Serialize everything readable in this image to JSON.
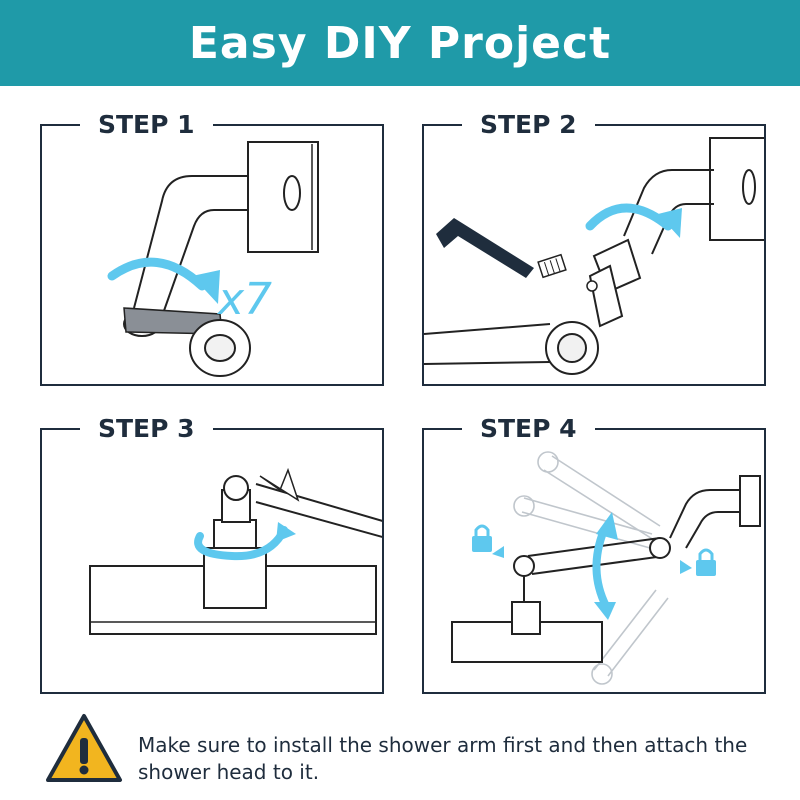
{
  "header": {
    "title": "Easy DIY Project",
    "color": "#1f9aa8"
  },
  "steps": [
    {
      "label": "STEP 1",
      "annotation": "x7"
    },
    {
      "label": "STEP 2"
    },
    {
      "label": "STEP 3"
    },
    {
      "label": "STEP 4"
    }
  ],
  "warning": {
    "icon": "warning-triangle-icon",
    "text": "Make sure to install the shower arm first and then attach the shower head to it."
  },
  "colors": {
    "arrow": "#5ec8ee",
    "line": "#1f2d3d",
    "lock": "#5ec8ee"
  }
}
